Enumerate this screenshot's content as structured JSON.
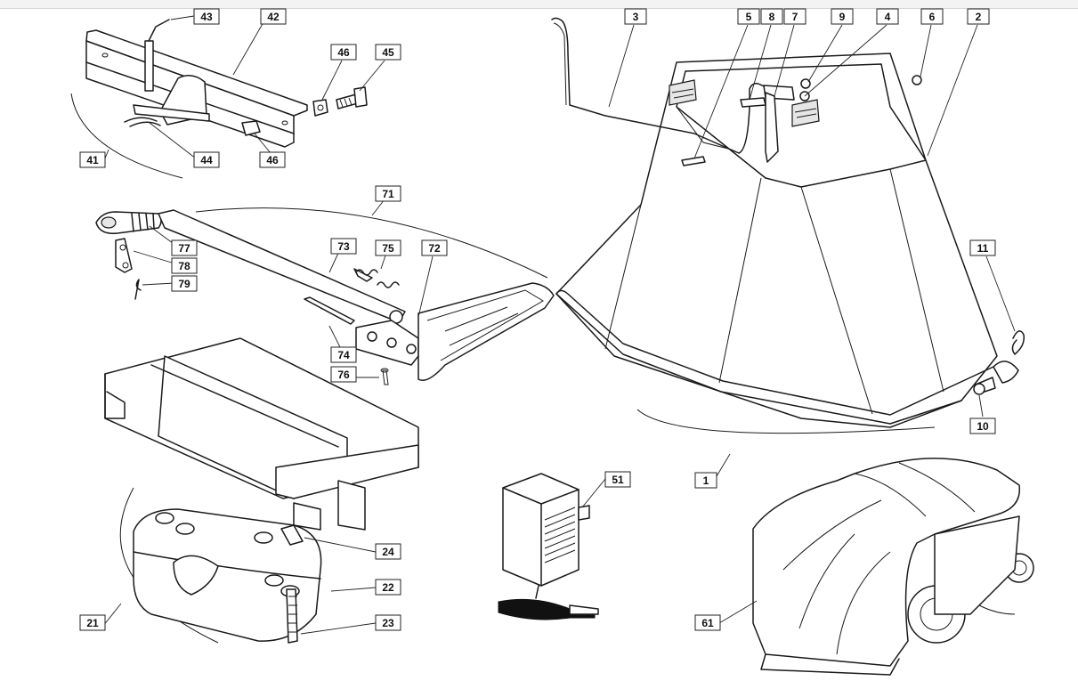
{
  "callouts": [
    {
      "id": "c1",
      "label": "1"
    },
    {
      "id": "c2",
      "label": "2"
    },
    {
      "id": "c3",
      "label": "3"
    },
    {
      "id": "c4",
      "label": "4"
    },
    {
      "id": "c5",
      "label": "5"
    },
    {
      "id": "c6",
      "label": "6"
    },
    {
      "id": "c7",
      "label": "7"
    },
    {
      "id": "c8",
      "label": "8"
    },
    {
      "id": "c9",
      "label": "9"
    },
    {
      "id": "c10",
      "label": "10"
    },
    {
      "id": "c11",
      "label": "11"
    },
    {
      "id": "c21",
      "label": "21"
    },
    {
      "id": "c22",
      "label": "22"
    },
    {
      "id": "c23",
      "label": "23"
    },
    {
      "id": "c24",
      "label": "24"
    },
    {
      "id": "c41",
      "label": "41"
    },
    {
      "id": "c42",
      "label": "42"
    },
    {
      "id": "c43",
      "label": "43"
    },
    {
      "id": "c44",
      "label": "44"
    },
    {
      "id": "c45",
      "label": "45"
    },
    {
      "id": "c46a",
      "label": "46"
    },
    {
      "id": "c46b",
      "label": "46"
    },
    {
      "id": "c51",
      "label": "51"
    },
    {
      "id": "c61",
      "label": "61"
    },
    {
      "id": "c71",
      "label": "71"
    },
    {
      "id": "c72",
      "label": "72"
    },
    {
      "id": "c73",
      "label": "73"
    },
    {
      "id": "c74",
      "label": "74"
    },
    {
      "id": "c75",
      "label": "75"
    },
    {
      "id": "c76",
      "label": "76"
    },
    {
      "id": "c77",
      "label": "77"
    },
    {
      "id": "c78",
      "label": "78"
    },
    {
      "id": "c79",
      "label": "79"
    }
  ]
}
